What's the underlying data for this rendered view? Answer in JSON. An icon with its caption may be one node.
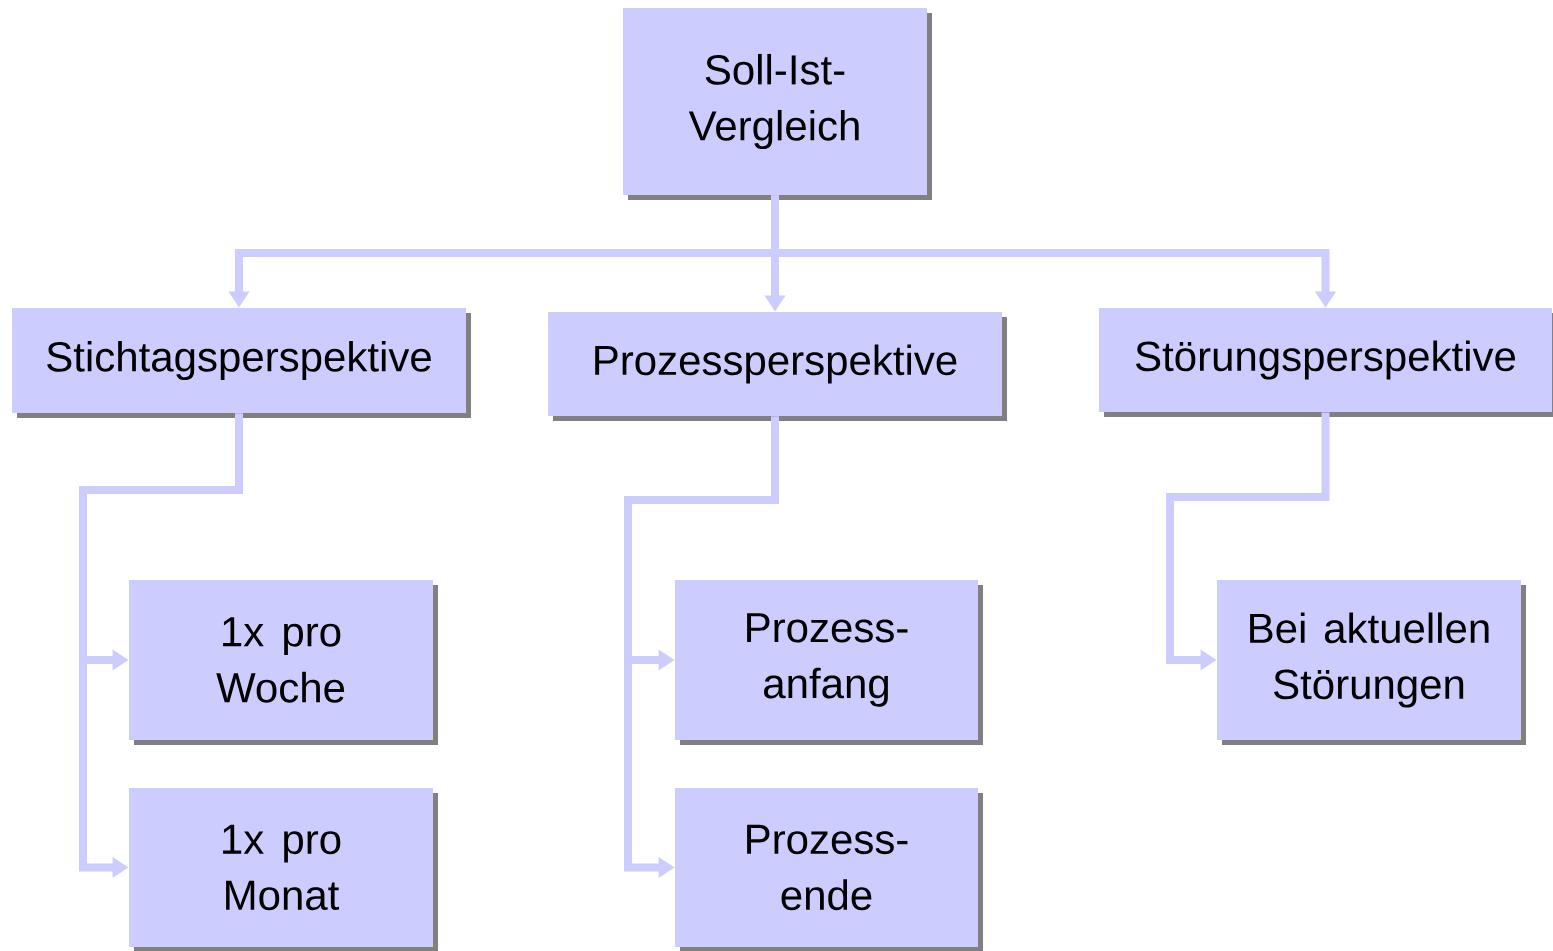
{
  "diagram": {
    "nodes": [
      {
        "text": [
          "Soll-Ist-Vergleich"
        ]
      },
      {
        "text": [
          "Stichtagsperspektive"
        ]
      },
      {
        "text": [
          "Prozessperspektive"
        ]
      },
      {
        "text": [
          "Störungsperspektive"
        ]
      },
      {
        "text": [
          "1x pro Woche"
        ]
      },
      {
        "text": [
          "1x pro Monat"
        ]
      },
      {
        "text": [
          "Prozess-anfang"
        ]
      },
      {
        "text": [
          "Prozess-ende"
        ]
      },
      {
        "text": [
          "Bei aktuellen Störungen"
        ]
      }
    ],
    "edges": [
      {
        "from": 0,
        "to": 1,
        "arrow": "to"
      },
      {
        "from": 0,
        "to": 2,
        "arrow": "to"
      },
      {
        "from": 0,
        "to": 3,
        "arrow": "to"
      },
      {
        "from": 1,
        "to": 4,
        "arrow": "to"
      },
      {
        "from": 1,
        "to": 5,
        "arrow": "to"
      },
      {
        "from": 2,
        "to": 6,
        "arrow": "to"
      },
      {
        "from": 2,
        "to": 7,
        "arrow": "to"
      },
      {
        "from": 3,
        "to": 8,
        "arrow": "to"
      }
    ]
  }
}
